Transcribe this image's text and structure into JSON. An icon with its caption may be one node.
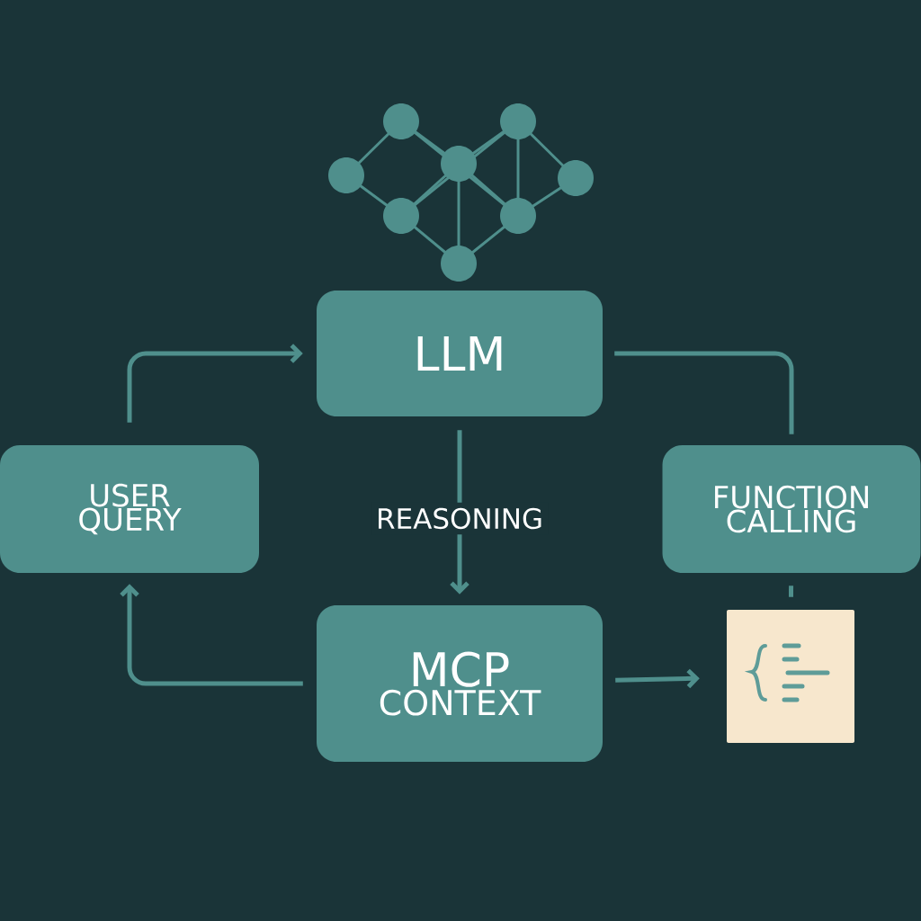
{
  "diagram": {
    "nodes": [
      {
        "text": [
          "LLM"
        ]
      },
      {
        "text": [
          "USER QUERY"
        ]
      },
      {
        "text": [
          "FUNCTION CALLING"
        ]
      },
      {
        "text": [
          "MCP",
          "CONTEXT"
        ]
      },
      {
        "text": [],
        "shape": "box"
      }
    ],
    "edges": [
      {
        "from": 1,
        "to": 0,
        "arrow": "to"
      },
      {
        "from": 0,
        "to": 2,
        "arrow": "none"
      },
      {
        "from": 0,
        "to": 3,
        "arrow": "to",
        "label": "REASONING"
      },
      {
        "from": 2,
        "to": 4,
        "arrow": "none"
      },
      {
        "from": 3,
        "to": 1,
        "arrow": "to"
      },
      {
        "from": 3,
        "to": 4,
        "arrow": "to"
      }
    ]
  }
}
